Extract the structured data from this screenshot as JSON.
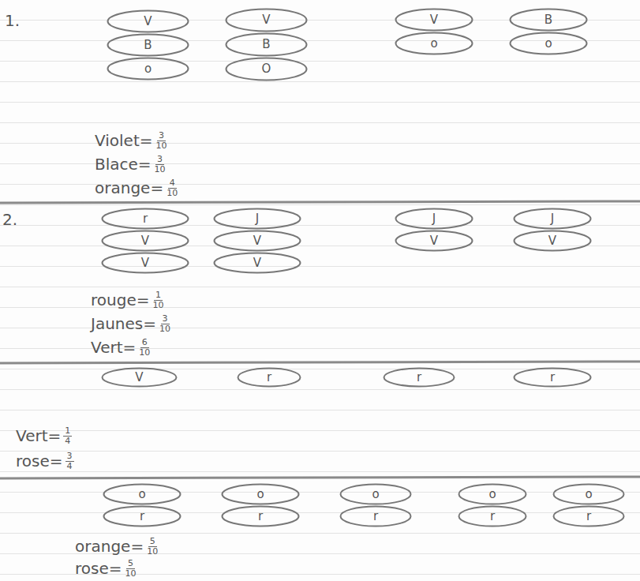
{
  "diagram": {
    "nodes": [
      {
        "text": [
          "V"
        ]
      },
      {
        "text": [
          "B"
        ]
      },
      {
        "text": [
          "o"
        ]
      },
      {
        "text": [
          "V"
        ]
      },
      {
        "text": [
          "B"
        ]
      },
      {
        "text": [
          "O"
        ]
      },
      {
        "text": [
          "V"
        ]
      },
      {
        "text": [
          "o"
        ]
      },
      {
        "text": [
          "B"
        ]
      },
      {
        "text": [
          "o"
        ]
      },
      {
        "text": [
          "r"
        ]
      },
      {
        "text": [
          "V"
        ]
      },
      {
        "text": [
          "V"
        ]
      },
      {
        "text": [
          "J"
        ]
      },
      {
        "text": [
          "V"
        ]
      },
      {
        "text": [
          "V"
        ]
      },
      {
        "text": [
          "J"
        ]
      },
      {
        "text": [
          "V"
        ]
      },
      {
        "text": [
          "J"
        ]
      },
      {
        "text": [
          "V"
        ]
      },
      {
        "text": [
          "V"
        ]
      },
      {
        "text": [
          "r"
        ]
      },
      {
        "text": [
          "r"
        ]
      },
      {
        "text": [
          "r"
        ]
      },
      {
        "text": [
          "o"
        ]
      },
      {
        "text": [
          "r"
        ]
      },
      {
        "text": [
          "o"
        ]
      },
      {
        "text": [
          "r"
        ]
      },
      {
        "text": [
          "o"
        ]
      },
      {
        "text": [
          "r"
        ]
      },
      {
        "text": [
          "o"
        ]
      },
      {
        "text": [
          "r"
        ]
      },
      {
        "text": [
          "o"
        ]
      },
      {
        "text": [
          "r"
        ]
      }
    ],
    "labels": [
      "1.",
      "Violet=",
      "3",
      "10",
      "Blace=",
      "3",
      "10",
      "orange=",
      "4",
      "10",
      "2.",
      "rouge=",
      "1",
      "10",
      "Jaunes=",
      "3",
      "10",
      "Vert=",
      "6",
      "10",
      "Vert=",
      "1",
      "4",
      "rose=",
      "3",
      "4",
      "orange=",
      "5",
      "10",
      "rose=",
      "5",
      "10"
    ]
  }
}
